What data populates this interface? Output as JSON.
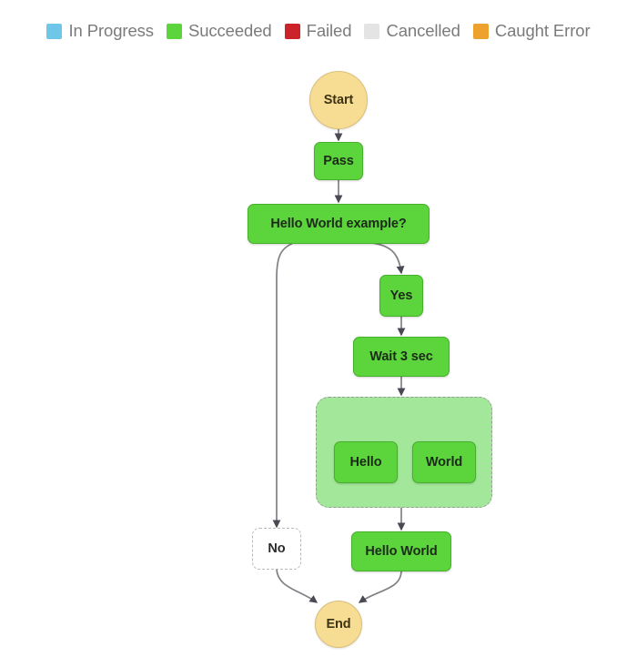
{
  "legend": {
    "items": [
      {
        "label": "In Progress",
        "color": "#6ec6e8",
        "status": "in-progress"
      },
      {
        "label": "Succeeded",
        "color": "#5cd43c",
        "status": "succeeded"
      },
      {
        "label": "Failed",
        "color": "#cc2229",
        "status": "failed"
      },
      {
        "label": "Cancelled",
        "color": "#e4e4e4",
        "status": "cancelled"
      },
      {
        "label": "Caught Error",
        "color": "#eda22e",
        "status": "caught-error"
      }
    ]
  },
  "graph": {
    "nodes": [
      {
        "id": "start",
        "label": "Start",
        "status": "succeeded"
      },
      {
        "id": "pass",
        "label": "Pass",
        "status": "succeeded"
      },
      {
        "id": "choice",
        "label": "Hello World example?",
        "status": "succeeded"
      },
      {
        "id": "yes",
        "label": "Yes",
        "status": "succeeded"
      },
      {
        "id": "wait",
        "label": "Wait 3 sec",
        "status": "succeeded"
      },
      {
        "id": "parallel",
        "label": "",
        "status": "succeeded"
      },
      {
        "id": "hello",
        "label": "Hello",
        "status": "succeeded"
      },
      {
        "id": "world",
        "label": "World",
        "status": "succeeded"
      },
      {
        "id": "no",
        "label": "No",
        "status": "cancelled"
      },
      {
        "id": "hello-world",
        "label": "Hello World",
        "status": "succeeded"
      },
      {
        "id": "end",
        "label": "End",
        "status": "succeeded"
      }
    ],
    "edges": [
      {
        "from": "start",
        "to": "pass"
      },
      {
        "from": "pass",
        "to": "choice"
      },
      {
        "from": "choice",
        "to": "yes"
      },
      {
        "from": "choice",
        "to": "no"
      },
      {
        "from": "yes",
        "to": "wait"
      },
      {
        "from": "wait",
        "to": "parallel"
      },
      {
        "from": "parallel",
        "to": "hello"
      },
      {
        "from": "parallel",
        "to": "world"
      },
      {
        "from": "parallel",
        "to": "hello-world"
      },
      {
        "from": "hello-world",
        "to": "end"
      },
      {
        "from": "no",
        "to": "end"
      }
    ]
  }
}
